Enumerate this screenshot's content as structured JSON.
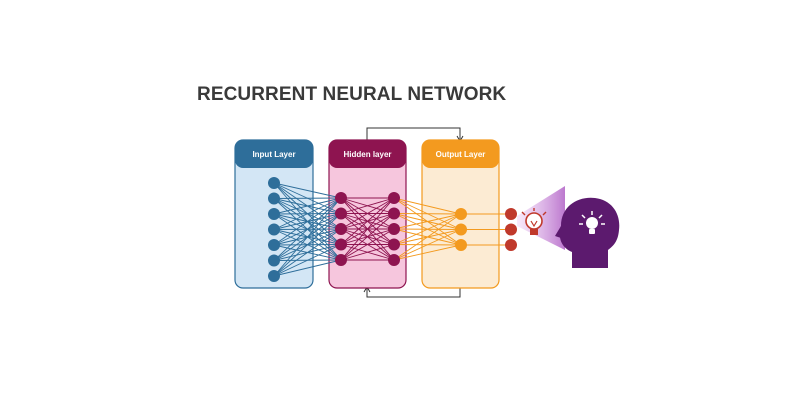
{
  "title": "RECURRENT NEURAL NETWORK",
  "layers": [
    {
      "label": "Input Layer",
      "header_color": "#2e6e9a",
      "fill": "#d3e6f5",
      "stroke": "#2e6e9a",
      "node_color": "#2e6e9a",
      "nodes": 7
    },
    {
      "label": "Hidden layer",
      "header_color": "#8e1450",
      "fill": "#f6c6dd",
      "stroke": "#8e1450",
      "node_color": "#8e1450",
      "nodes": 5,
      "columns": 2
    },
    {
      "label": "Output Layer",
      "header_color": "#f39a1f",
      "fill": "#fcebd3",
      "stroke": "#f39a1f",
      "node_color": "#f39a1f",
      "nodes": 3
    }
  ],
  "connections": {
    "input_hidden_color": "#2e6e9a",
    "hidden_hidden_color": "#8e1450",
    "hidden_output_color": "#f39a1f",
    "output_result_color": "#f39a1f"
  },
  "result_nodes": {
    "count": 3,
    "color": "#c0392b"
  },
  "icons": {
    "lightbulb": "lightbulb-icon",
    "head": "head-with-lightbulb-icon",
    "head_color": "#5c1a6e",
    "beam_color": "#d9a6e6"
  },
  "recurrent_arrow_color": "#333333"
}
